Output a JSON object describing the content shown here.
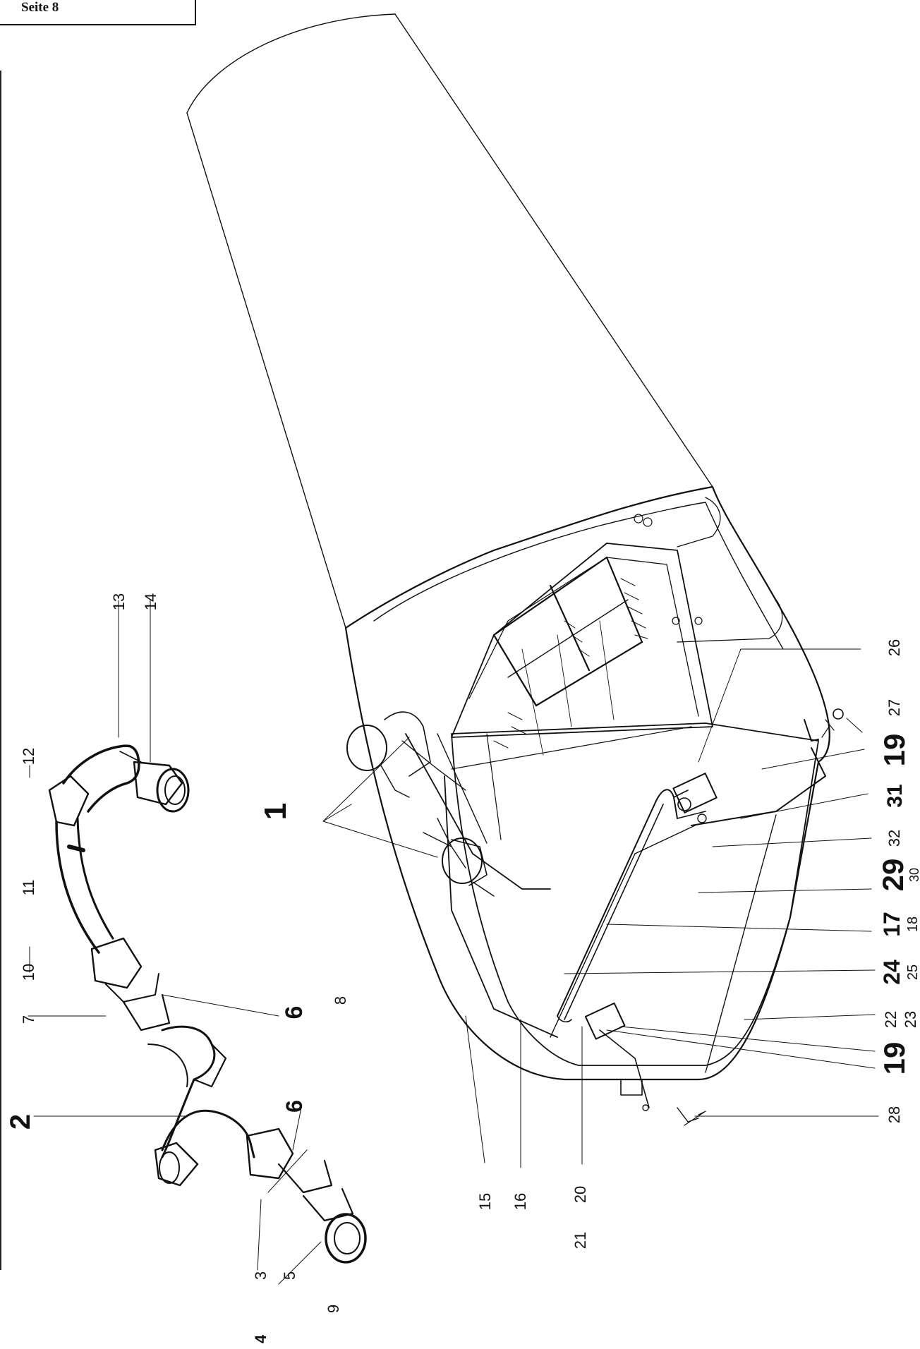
{
  "page_label": "Seite 8",
  "callouts": {
    "c1": "1",
    "c2": "2",
    "c3": "3",
    "c4": "4",
    "c5": "5",
    "c6a": "6",
    "c6b": "6",
    "c7": "7",
    "c8": "8",
    "c9": "9",
    "c10": "10",
    "c11": "11",
    "c12": "12",
    "c13": "13",
    "c14": "14",
    "c15": "15",
    "c16": "16",
    "c17": "17",
    "c18": "18",
    "c19a": "19",
    "c19b": "19",
    "c20": "20",
    "c21": "21",
    "c22": "22",
    "c23": "23",
    "c24": "24",
    "c25": "25",
    "c26": "26",
    "c27": "27",
    "c28": "28",
    "c29": "29",
    "c30": "30",
    "c31": "31",
    "c32": "32"
  }
}
